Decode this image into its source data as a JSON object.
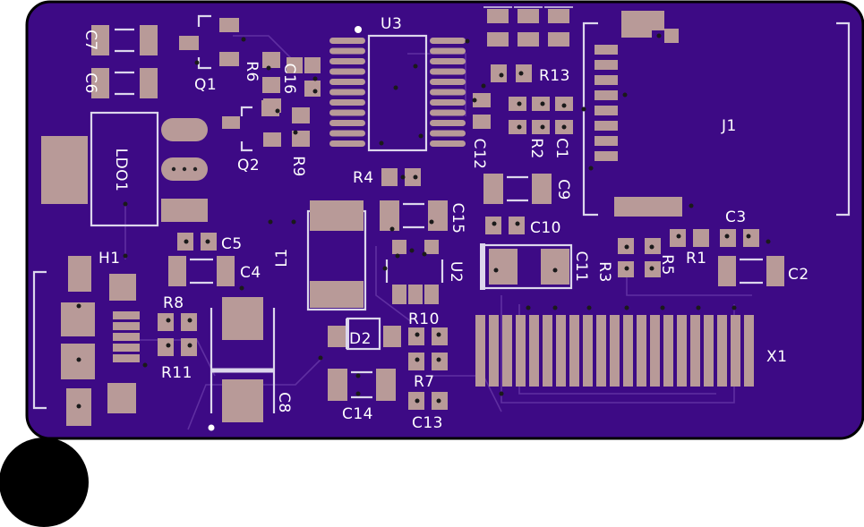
{
  "board": {
    "colors": {
      "substrate": "#3d0a85",
      "outline": "#000000",
      "pad": "#b89a98",
      "silkscreen": "#dcd6ec"
    }
  },
  "labels": {
    "c7": "C7",
    "c6": "C6",
    "q1": "Q1",
    "r6": "R6",
    "c16": "C16",
    "u3": "U3",
    "r13": "R13",
    "j1": "J1",
    "ldo1": "LDO1",
    "q2": "Q2",
    "r9": "R9",
    "c12": "C12",
    "r2": "R2",
    "c1": "C1",
    "r4": "R4",
    "c9": "C9",
    "c15": "C15",
    "c10": "C10",
    "c3": "C3",
    "c5": "C5",
    "l1": "L1",
    "h1": "H1",
    "c4": "C4",
    "u2": "U2",
    "c11": "C11",
    "r3": "R3",
    "r5": "R5",
    "r1": "R1",
    "c2": "C2",
    "r8": "R8",
    "r10": "R10",
    "d2": "D2",
    "r11": "R11",
    "r7": "R7",
    "x1": "X1",
    "c8": "C8",
    "c14": "C14",
    "c13": "C13"
  },
  "connector_x1": {
    "pin_count": 21
  },
  "connector_j1": {
    "pin_count": 8
  },
  "chip_u3": {
    "pins_per_side": 11
  }
}
